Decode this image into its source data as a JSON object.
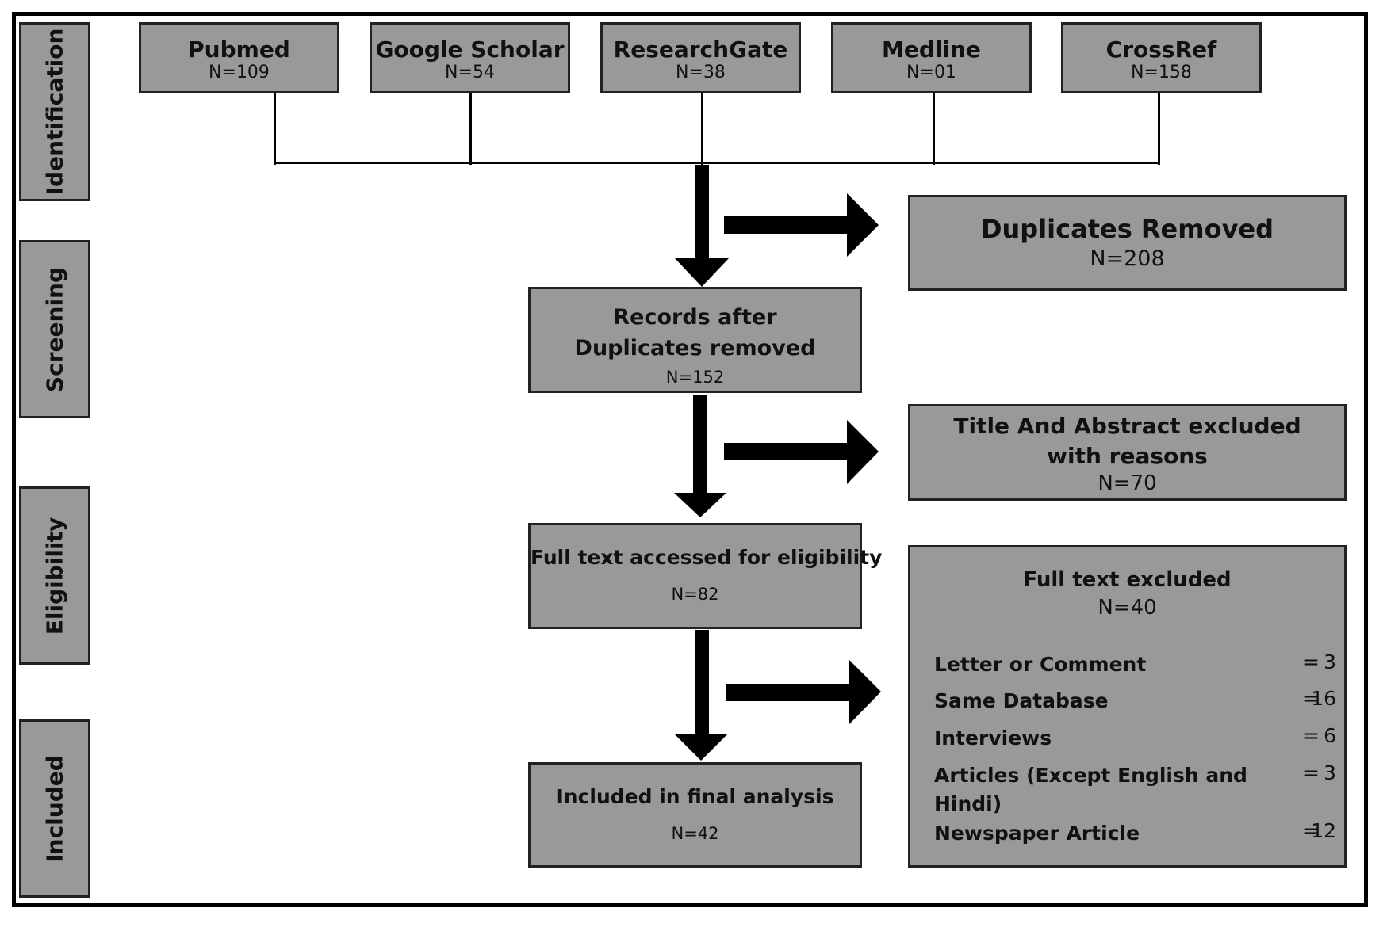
{
  "stages": {
    "identification": "Identification",
    "screening": "Screening",
    "eligibility": "Eligibility",
    "included": "Included"
  },
  "sources": [
    {
      "name": "Pubmed",
      "n": "N=109"
    },
    {
      "name": "Google Scholar",
      "n": "N=54"
    },
    {
      "name": "ResearchGate",
      "n": "N=38"
    },
    {
      "name": "Medline",
      "n": "N=01"
    },
    {
      "name": "CrossRef",
      "n": "N=158"
    }
  ],
  "duplicates": {
    "title": "Duplicates Removed",
    "n": "N=208"
  },
  "records_after": {
    "title": "Records after Duplicates removed",
    "n": "N=152"
  },
  "title_abstract": {
    "title": "Title And Abstract excluded with reasons",
    "n": "N=70"
  },
  "full_text_accessed": {
    "title": "Full text accessed for eligibility",
    "n": "N=82"
  },
  "full_text_excluded": {
    "title": "Full text excluded",
    "n": "N=40",
    "reasons": [
      {
        "label": "Letter or Comment",
        "eq": "=",
        "value": "3"
      },
      {
        "label": "Same Database",
        "eq": "=",
        "value": "16"
      },
      {
        "label": "Interviews",
        "eq": "=",
        "value": "6"
      },
      {
        "label": "Articles (Except English and Hindi)",
        "eq": "=",
        "value": "3"
      },
      {
        "label": "Newspaper Article",
        "eq": "=",
        "value": "12"
      }
    ]
  },
  "included": {
    "title": "Included in final analysis",
    "n": "N=42"
  },
  "colors": {
    "box_fill": "#999999",
    "border": "#222222",
    "arrow": "#000000"
  }
}
